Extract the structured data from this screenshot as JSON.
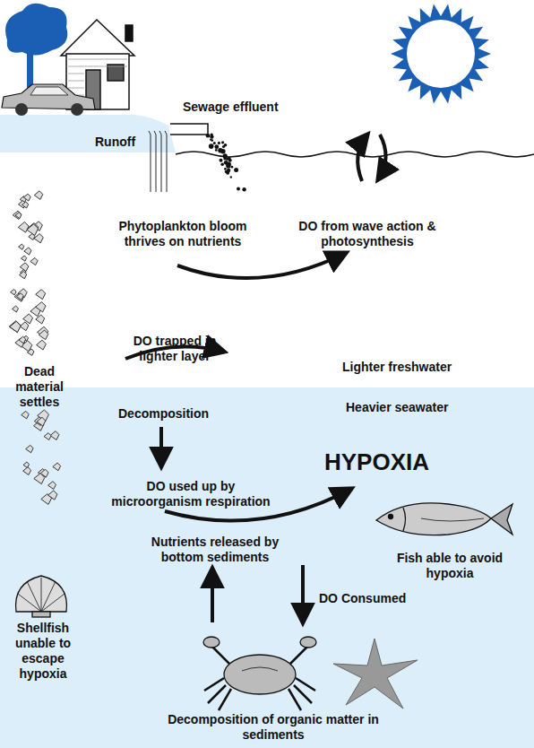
{
  "diagram": {
    "labels": [
      "Sewage effluent",
      "Runoff",
      "Phytoplankton bloom thrives on nutrients",
      "DO from wave action & photosynthesis",
      "DO trapped in lighter layer",
      "Lighter freshwater",
      "Dead material settles",
      "Heavier seawater",
      "Decomposition",
      "HYPOXIA",
      "DO used up by microorganism respiration",
      "Fish able to avoid hypoxia",
      "Nutrients released by bottom sediments",
      "DO Consumed",
      "Shellfish unable to escape hypoxia",
      "Decomposition of organic matter in sediments"
    ]
  }
}
